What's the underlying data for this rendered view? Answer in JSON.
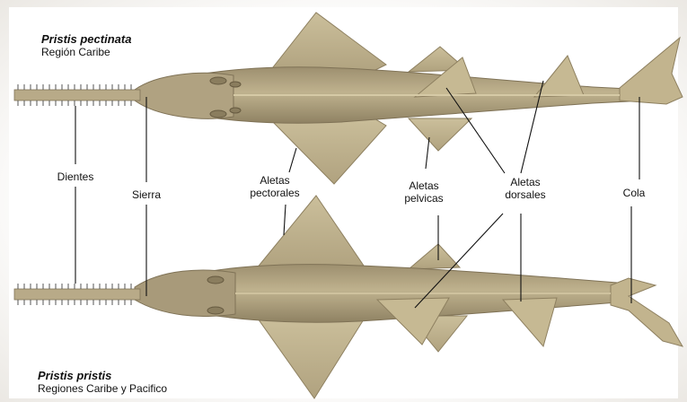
{
  "species": [
    {
      "name": "Pristis pectinata",
      "region": "Región Caribe"
    },
    {
      "name": "Pristis pristis",
      "region": "Regiones Caribe y Pacifico"
    }
  ],
  "labels": {
    "dientes": "Dientes",
    "sierra": "Sierra",
    "aletas_pectorales": "Aletas\npectorales",
    "aletas_pelvicas": "Aletas\npelvicas",
    "aletas_dorsales": "Aletas\ndorsales",
    "cola": "Cola"
  },
  "colors": {
    "body": "#b3a584",
    "body_dark": "#9a8c6c",
    "fin": "#c2b48e",
    "belly": "#d4c9a8",
    "lines": "#111111",
    "teeth": "#f4f1e6"
  }
}
